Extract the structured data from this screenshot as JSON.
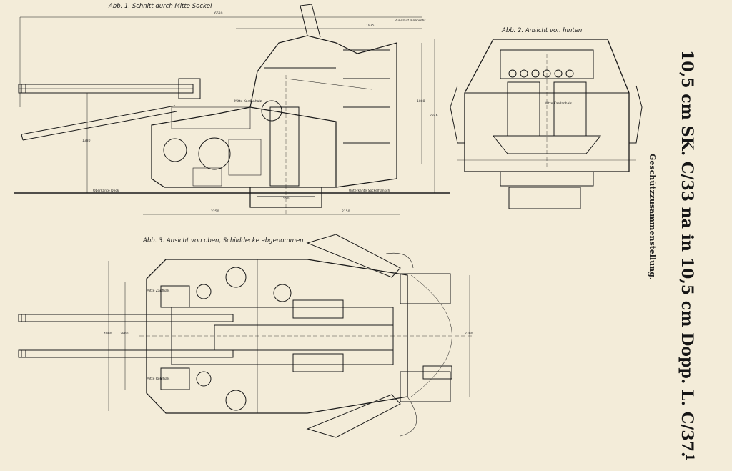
{
  "figures": {
    "fig1_caption": "Abb. 1. Schnitt durch Mitte Sockel",
    "fig2_caption": "Abb. 2. Ansicht von hinten",
    "fig3_caption": "Abb. 3. Ansicht von oben, Schilddecke abgenommen"
  },
  "title": {
    "main": "10,5 cm SK. C/33 na in 10,5 cm Dopp. L. C/37.",
    "subtitle": "Geschützzusammenstellung.",
    "page_number": "1"
  },
  "labels": {
    "rohrmitte": "Mitte Kardanhalz",
    "oberkante_deck": "Oberkante Deck",
    "unterkante_sockel": "Unterkante Sockelflansch",
    "rundlauf": "Rundlauf Innenrohr",
    "mitte_kardanhals_rear": "Mitte Kardanhals",
    "mitte_zapfen_top": "Mitte Zapfhals",
    "mitte_zapfen_bottom": "Mitte Rohrhals"
  },
  "dimensions": {
    "d6630": "6630",
    "d1935": "1935",
    "d2250": "2250",
    "d2150": "2150",
    "d1380": "1380",
    "d1550": "1550",
    "d1888": "1888",
    "d2846": "2846",
    "d4900": "4900",
    "d2300": "2300",
    "d2800": "2800"
  },
  "colors": {
    "paper": "#f3ecd9",
    "ink": "#1a1a1a"
  }
}
